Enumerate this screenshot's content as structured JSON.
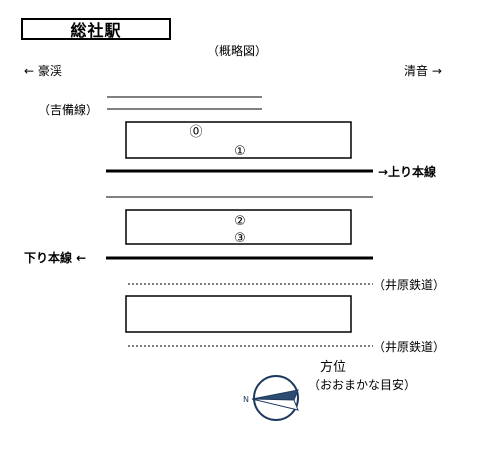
{
  "title": "総社駅",
  "subtitle": "（概略図）",
  "direction_left": "← 豪渓",
  "direction_right": "清音 →",
  "branch_line": "（吉備線）",
  "main_up": "→上り本線",
  "main_down": "下り本線 ←",
  "ibara_upper": "（井原鉄道）",
  "ibara_lower": "（井原鉄道）",
  "platforms": [
    {
      "tracks": [
        "⓪",
        "①"
      ]
    },
    {
      "tracks": [
        "②",
        "③"
      ]
    }
  ],
  "compass": {
    "title": "方位",
    "note": "（おおまかな目安）",
    "north_label": "N"
  }
}
